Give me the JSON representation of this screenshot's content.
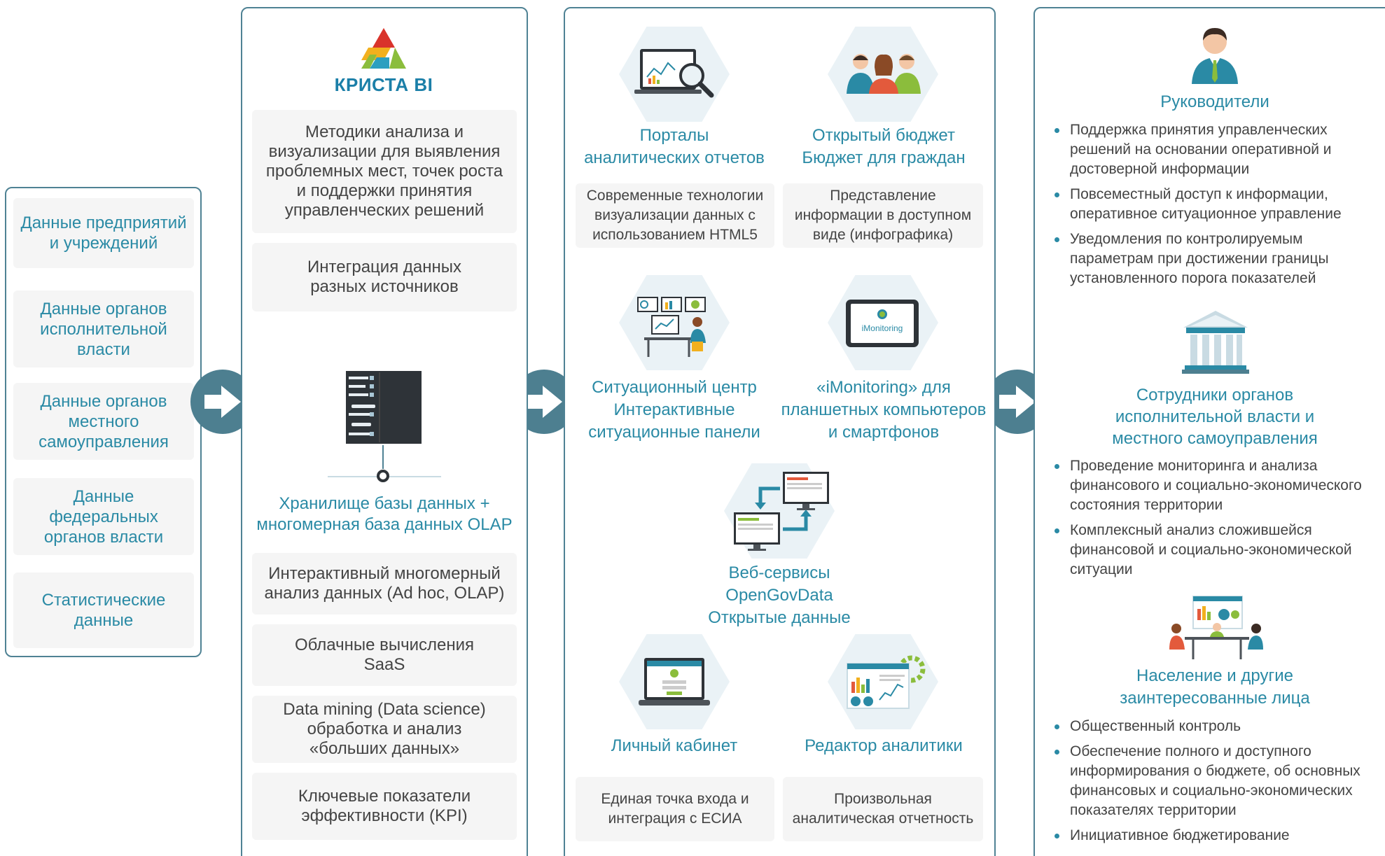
{
  "sources": [
    {
      "lines": [
        "Данные предприятий",
        "и учреждений"
      ]
    },
    {
      "lines": [
        "Данные органов",
        "исполнительной",
        "власти"
      ]
    },
    {
      "lines": [
        "Данные органов",
        "местного",
        "самоуправления"
      ]
    },
    {
      "lines": [
        "Данные",
        "федеральных",
        "органов власти"
      ]
    },
    {
      "lines": [
        "Статистические",
        "данные"
      ]
    }
  ],
  "krista": {
    "logo_text": "КРИСТА BI",
    "boxes": [
      {
        "lines": [
          "Методики анализа и",
          "визуализации для выявления",
          "проблемных мест, точек роста",
          "и поддержки принятия",
          "управленческих решений"
        ]
      },
      {
        "lines": [
          "Интеграция данных",
          "разных источников"
        ]
      }
    ],
    "storage_title": [
      "Хранилище базы данных +",
      "многомерная база данных OLAP"
    ],
    "features": [
      {
        "lines": [
          "Интерактивный многомерный",
          "анализ данных (Ad hoc, OLAP)"
        ]
      },
      {
        "lines": [
          "Облачные вычисления",
          "SaaS"
        ]
      },
      {
        "lines": [
          "Data mining (Data science)",
          "обработка и анализ",
          "«больших данных»"
        ]
      },
      {
        "lines": [
          "Ключевые показатели",
          "эффективности (KPI)"
        ]
      }
    ]
  },
  "products": {
    "portals": {
      "title": [
        "Порталы",
        "аналитических отчетов"
      ],
      "desc": [
        "Современные технологии",
        "визуализации данных с",
        "использованием HTML5"
      ]
    },
    "budget": {
      "title": [
        "Открытый бюджет",
        "Бюджет для граждан"
      ],
      "desc": [
        "Представление",
        "информации в доступном",
        "виде (инфографика)"
      ]
    },
    "situation": {
      "title": [
        "Ситуационный центр",
        "Интерактивные",
        "ситуационные панели"
      ]
    },
    "imonitoring": {
      "title": [
        "«iMonitoring» для",
        "планшетных компьютеров",
        "и смартфонов"
      ],
      "screen_label": "iMonitoring"
    },
    "webservices": {
      "title": [
        "Веб-сервисы",
        "OpenGovData",
        "Открытые данные"
      ]
    },
    "cabinet": {
      "title": [
        "Личный кабинет"
      ],
      "desc": [
        "Единая точка входа и",
        "интеграция с ЕСИА"
      ]
    },
    "editor": {
      "title": [
        "Редактор аналитики"
      ],
      "desc": [
        "Произвольная",
        "аналитическая отчетность"
      ]
    }
  },
  "users": {
    "leaders": {
      "title": [
        "Руководители"
      ],
      "items": [
        [
          "Поддержка принятия управленческих",
          "решений на основании оперативной и",
          "достоверной информации"
        ],
        [
          "Повсеместный доступ к информации,",
          "оперативное ситуационное управление"
        ],
        [
          "Уведомления по контролируемым",
          "параметрам при достижении границы",
          "установленного порога показателей"
        ]
      ]
    },
    "officials": {
      "title": [
        "Сотрудники органов",
        "исполнительной власти и",
        "местного самоуправления"
      ],
      "items": [
        [
          "Проведение мониторинга и анализа",
          "финансового и социально-экономического",
          "состояния территории"
        ],
        [
          "Комплексный анализ сложившейся",
          "финансовой и социально-экономической",
          "ситуации"
        ]
      ]
    },
    "public": {
      "title": [
        "Население и другие",
        "заинтересованные лица"
      ],
      "items": [
        [
          "Общественный контроль"
        ],
        [
          "Обеспечение полного и доступного",
          "информирования о бюджете, об основных",
          "финансовых и социально-экономических",
          "показателях территории"
        ],
        [
          "Инициативное бюджетирование"
        ]
      ]
    }
  },
  "colors": {
    "accent": "#2a8aa5",
    "border": "#4f8294",
    "arrow": "#4d7f90",
    "box": "#f5f5f5",
    "hex": "#eaf2f6"
  },
  "icons": [
    "right-arrow-icon",
    "krista-logo-icon",
    "server-icon",
    "report-search-icon",
    "people-group-icon",
    "operator-workstation-icon",
    "tablet-icon",
    "web-exchange-icon",
    "laptop-login-icon",
    "analytics-editor-icon",
    "manager-icon",
    "government-building-icon",
    "meeting-icon"
  ]
}
